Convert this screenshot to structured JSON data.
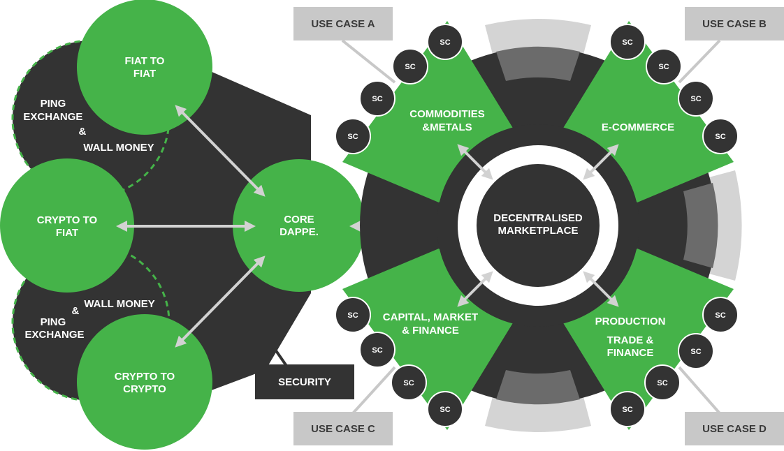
{
  "colors": {
    "green": "#45b349",
    "dark": "#333333",
    "grey_light": "#d4d4d4",
    "grey_mid": "#6b6b6b",
    "grey_box": "#c8c8c8",
    "arrow": "#d2d2d2"
  },
  "left": {
    "fiat_to_fiat": [
      "FIAT TO",
      "FIAT"
    ],
    "crypto_to_fiat": [
      "CRYPTO TO",
      "FIAT"
    ],
    "crypto_to_crypto": [
      "CRYPTO TO",
      "CRYPTO"
    ],
    "core_dapp": [
      "CORE",
      "DAPPE."
    ],
    "exchange_top": [
      "PING",
      "EXCHANGE",
      "&",
      "WALL MONEY"
    ],
    "exchange_bottom": [
      "WALL MONEY",
      "&",
      "PING",
      "EXCHANGE"
    ],
    "security": "SECURITY"
  },
  "marketplace": {
    "center": [
      "DECENTRALISED",
      "MARKETPLACE"
    ],
    "segments": {
      "commodities": [
        "COMMODITIES",
        "&METALS"
      ],
      "ecommerce": [
        "E-COMMERCE"
      ],
      "capital": [
        "CAPITAL, MARKET",
        "& FINANCE"
      ],
      "production": [
        "PRODUCTION",
        "TRADE &",
        "FINANCE"
      ]
    },
    "sc_label": "SC"
  },
  "use_cases": {
    "a": "USE CASE A",
    "b": "USE CASE B",
    "c": "USE CASE C",
    "d": "USE CASE D"
  }
}
